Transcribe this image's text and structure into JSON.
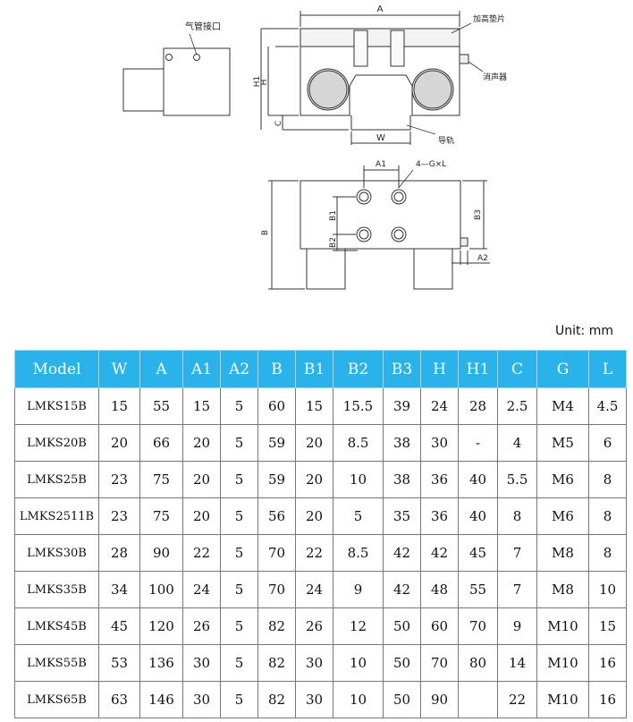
{
  "drawing": {
    "label_air_inlet": "气管接口",
    "label_spacer": "加高垫片",
    "label_silencer": "消声器",
    "label_rail": "导轨",
    "dim_A": "A",
    "dim_H1": "H1",
    "dim_H": "H",
    "dim_C": "C",
    "dim_W": "W",
    "dim_A1": "A1",
    "dim_holes": "4—G×L",
    "dim_B1": "B1",
    "dim_B2": "B2",
    "dim_B3": "B3",
    "dim_B": "B",
    "dim_A2": "A2"
  },
  "unit": "Unit:  mm",
  "table": {
    "headers": [
      "Model",
      "W",
      "A",
      "A1",
      "A2",
      "B",
      "B1",
      "B2",
      "B3",
      "H",
      "H1",
      "C",
      "G",
      "L"
    ],
    "rows": [
      [
        "LMKS15B",
        "15",
        "55",
        "15",
        "5",
        "60",
        "15",
        "15.5",
        "39",
        "24",
        "28",
        "2.5",
        "M4",
        "4.5"
      ],
      [
        "LMKS20B",
        "20",
        "66",
        "20",
        "5",
        "59",
        "20",
        "8.5",
        "38",
        "30",
        "-",
        "4",
        "M5",
        "6"
      ],
      [
        "LMKS25B",
        "23",
        "75",
        "20",
        "5",
        "59",
        "20",
        "10",
        "38",
        "36",
        "40",
        "5.5",
        "M6",
        "8"
      ],
      [
        "LMKS2511B",
        "23",
        "75",
        "20",
        "5",
        "56",
        "20",
        "5",
        "35",
        "36",
        "40",
        "8",
        "M6",
        "8"
      ],
      [
        "LMKS30B",
        "28",
        "90",
        "22",
        "5",
        "70",
        "22",
        "8.5",
        "42",
        "42",
        "45",
        "7",
        "M8",
        "8"
      ],
      [
        "LMKS35B",
        "34",
        "100",
        "24",
        "5",
        "70",
        "24",
        "9",
        "42",
        "48",
        "55",
        "7",
        "M8",
        "10"
      ],
      [
        "LMKS45B",
        "45",
        "120",
        "26",
        "5",
        "82",
        "26",
        "12",
        "50",
        "60",
        "70",
        "9",
        "M10",
        "15"
      ],
      [
        "LMKS55B",
        "53",
        "136",
        "30",
        "5",
        "82",
        "30",
        "10",
        "50",
        "70",
        "80",
        "14",
        "M10",
        "16"
      ],
      [
        "LMKS65B",
        "63",
        "146",
        "30",
        "5",
        "82",
        "30",
        "10",
        "50",
        "90",
        "",
        "22",
        "M10",
        "16"
      ]
    ]
  }
}
